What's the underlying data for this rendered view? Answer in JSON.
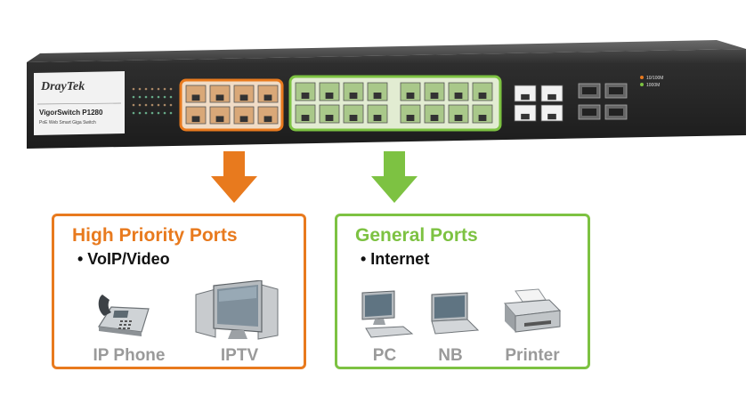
{
  "switch": {
    "brand": "DrayTek",
    "model": "VigorSwitch P1280",
    "subtitle": "PoE Web Smart Giga Switch",
    "legend": [
      "10/100M",
      "1000M"
    ]
  },
  "colors": {
    "high_priority": "#e87a1e",
    "general": "#7dc242",
    "device_label": "#9a9a9a",
    "chassis": "#2b2b2b"
  },
  "high_priority": {
    "title": "High Priority Ports",
    "bullet": "• VoIP/Video",
    "devices": [
      {
        "icon": "ip-phone-icon",
        "label": "IP Phone"
      },
      {
        "icon": "iptv-icon",
        "label": "IPTV"
      }
    ]
  },
  "general": {
    "title": "General Ports",
    "bullet": "• Internet",
    "devices": [
      {
        "icon": "pc-icon",
        "label": "PC"
      },
      {
        "icon": "notebook-icon",
        "label": "NB"
      },
      {
        "icon": "printer-icon",
        "label": "Printer"
      }
    ]
  }
}
